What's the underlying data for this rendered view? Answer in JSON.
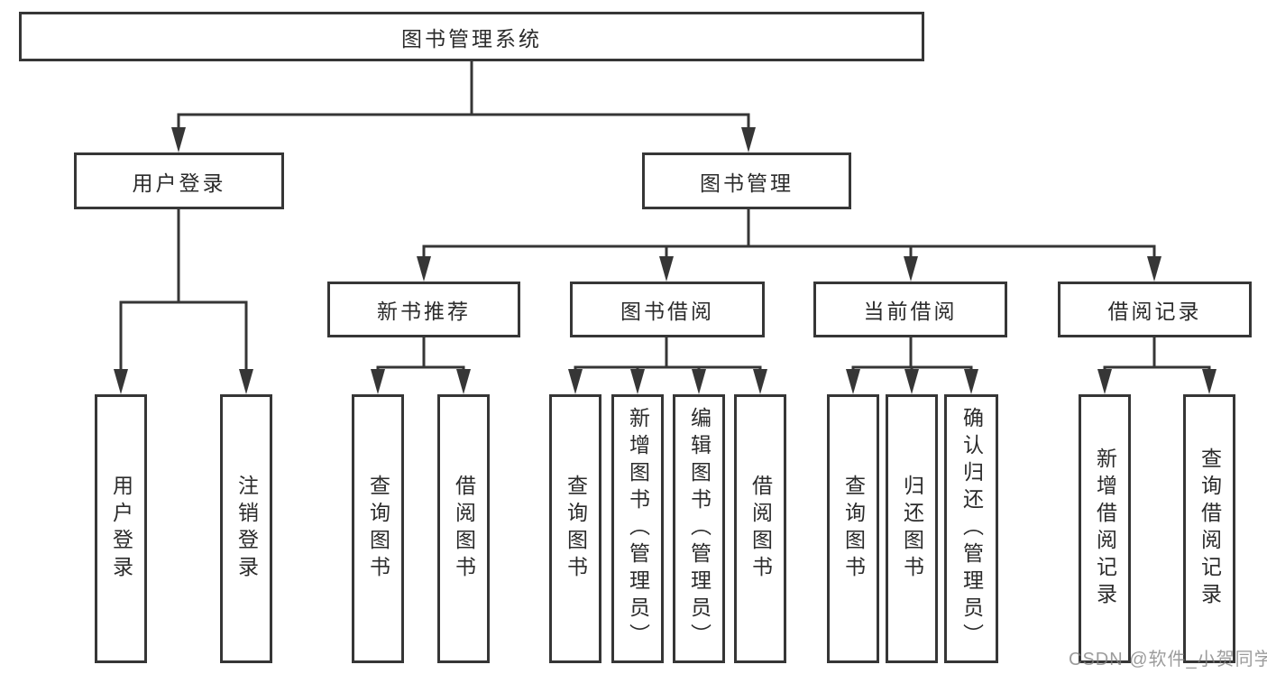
{
  "tree": {
    "label": "图书管理系统",
    "children": [
      {
        "label": "用户登录",
        "children": [
          {
            "label": "用户登录"
          },
          {
            "label": "注销登录"
          }
        ]
      },
      {
        "label": "图书管理",
        "children": [
          {
            "label": "新书推荐",
            "children": [
              {
                "label": "查询图书"
              },
              {
                "label": "借阅图书"
              }
            ]
          },
          {
            "label": "图书借阅",
            "children": [
              {
                "label": "查询图书"
              },
              {
                "label": "新增图书（管理员）"
              },
              {
                "label": "编辑图书（管理员）"
              },
              {
                "label": "借阅图书"
              }
            ]
          },
          {
            "label": "当前借阅",
            "children": [
              {
                "label": "查询图书"
              },
              {
                "label": "归还图书"
              },
              {
                "label": "确认归还（管理员）"
              }
            ]
          },
          {
            "label": "借阅记录",
            "children": [
              {
                "label": "新增借阅记录"
              },
              {
                "label": "查询借阅记录"
              }
            ]
          }
        ]
      }
    ]
  },
  "watermark": "CSDN @软件_小贺同学",
  "colors": {
    "line": "#363636",
    "text": "#2b2b2b",
    "background": "#ffffff",
    "watermark": "#808080"
  }
}
